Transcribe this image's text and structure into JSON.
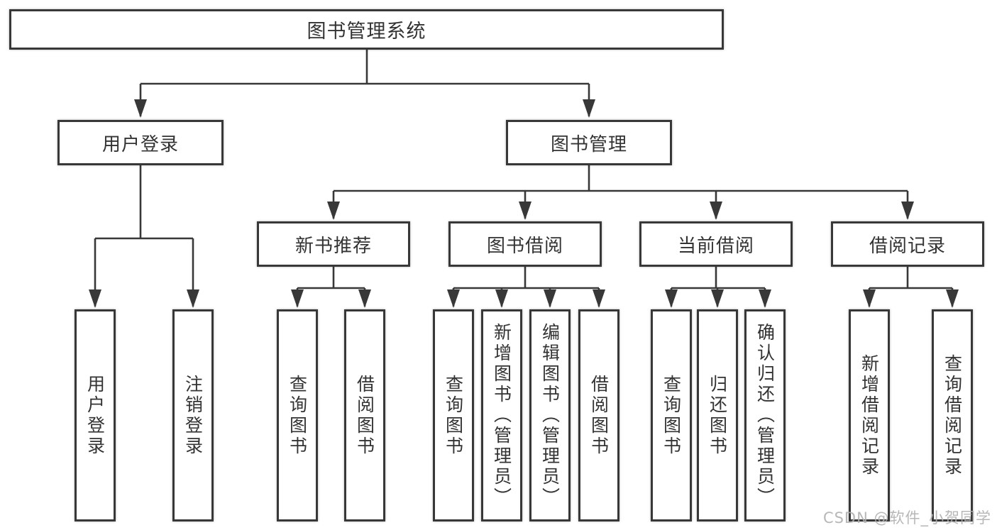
{
  "tree": {
    "root": {
      "label": "图书管理系统"
    },
    "branches": [
      {
        "label": "用户登录",
        "children": [
          {
            "label": "用户登录"
          },
          {
            "label": "注销登录"
          }
        ]
      },
      {
        "label": "图书管理",
        "children": [
          {
            "label": "新书推荐",
            "children": [
              {
                "label": "查询图书"
              },
              {
                "label": "借阅图书"
              }
            ]
          },
          {
            "label": "图书借阅",
            "children": [
              {
                "label": "查询图书"
              },
              {
                "label": "新增图书（管理员）"
              },
              {
                "label": "编辑图书（管理员）"
              },
              {
                "label": "借阅图书"
              }
            ]
          },
          {
            "label": "当前借阅",
            "children": [
              {
                "label": "查询图书"
              },
              {
                "label": "归还图书"
              },
              {
                "label": "确认归还（管理员）"
              }
            ]
          },
          {
            "label": "借阅记录",
            "children": [
              {
                "label": "新增借阅记录"
              },
              {
                "label": "查询借阅记录"
              }
            ]
          }
        ]
      }
    ]
  },
  "watermark": {
    "text": "CSDN @软件_小贺同学"
  },
  "colors": {
    "line": "#383838",
    "text": "#333333",
    "background": "#ffffff",
    "watermark": "#b0b0b0"
  }
}
